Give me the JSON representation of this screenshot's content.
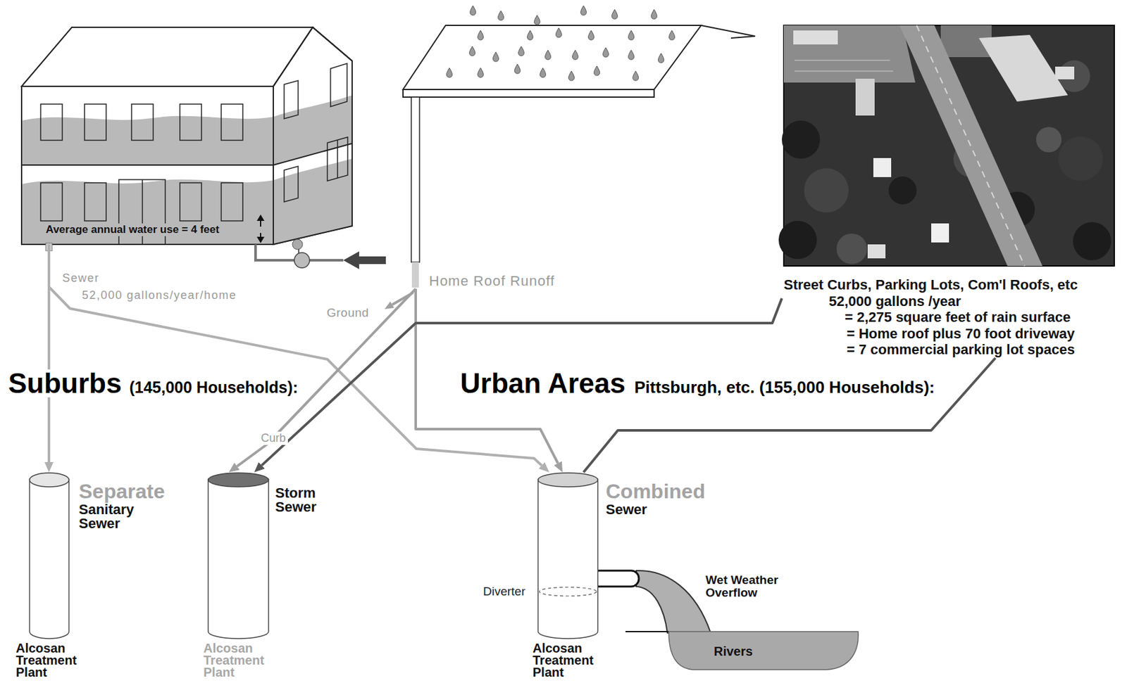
{
  "diagram": {
    "nodes": [
      {
        "text": [
          "Average annual water use = 4 feet"
        ]
      },
      {
        "text": [
          "Home Roof Runoff"
        ]
      },
      {
        "text": [
          "Street Curbs, Parking Lots, Com'l Roofs, etc",
          "52,000 gallons /year",
          "= 2,275 square feet of rain surface",
          "= Home roof plus 70 foot driveway",
          "= 7 commercial parking lot spaces"
        ]
      },
      {
        "text": [
          "Separate",
          "Sanitary Sewer",
          "Alcosan Treatment Plant"
        ]
      },
      {
        "text": [
          "Storm Sewer",
          "Alcosan Treatment Plant"
        ]
      },
      {
        "text": [
          "Combined",
          "Sewer",
          "Alcosan Treatment Plant"
        ]
      },
      {
        "text": [
          "Rivers"
        ]
      }
    ],
    "edges": [
      {
        "from": 0,
        "to": 3,
        "arrow": "to"
      },
      {
        "from": 0,
        "to": 5,
        "arrow": "to"
      },
      {
        "from": 1,
        "to": 4,
        "label": "Curb",
        "arrow": "to"
      },
      {
        "from": 1,
        "to": 5,
        "arrow": "to"
      },
      {
        "from": 2,
        "to": 4,
        "arrow": "to"
      },
      {
        "from": 2,
        "to": 5,
        "arrow": "none"
      }
    ],
    "labels": [
      "Sewer",
      "52,000 gallons/year/home",
      "Ground",
      "Suburbs",
      "(145,000 Households):",
      "Urban Areas",
      "Pittsburgh, etc. (155,000 Households):",
      "Diverter",
      "Wet Weather Overflow"
    ]
  }
}
